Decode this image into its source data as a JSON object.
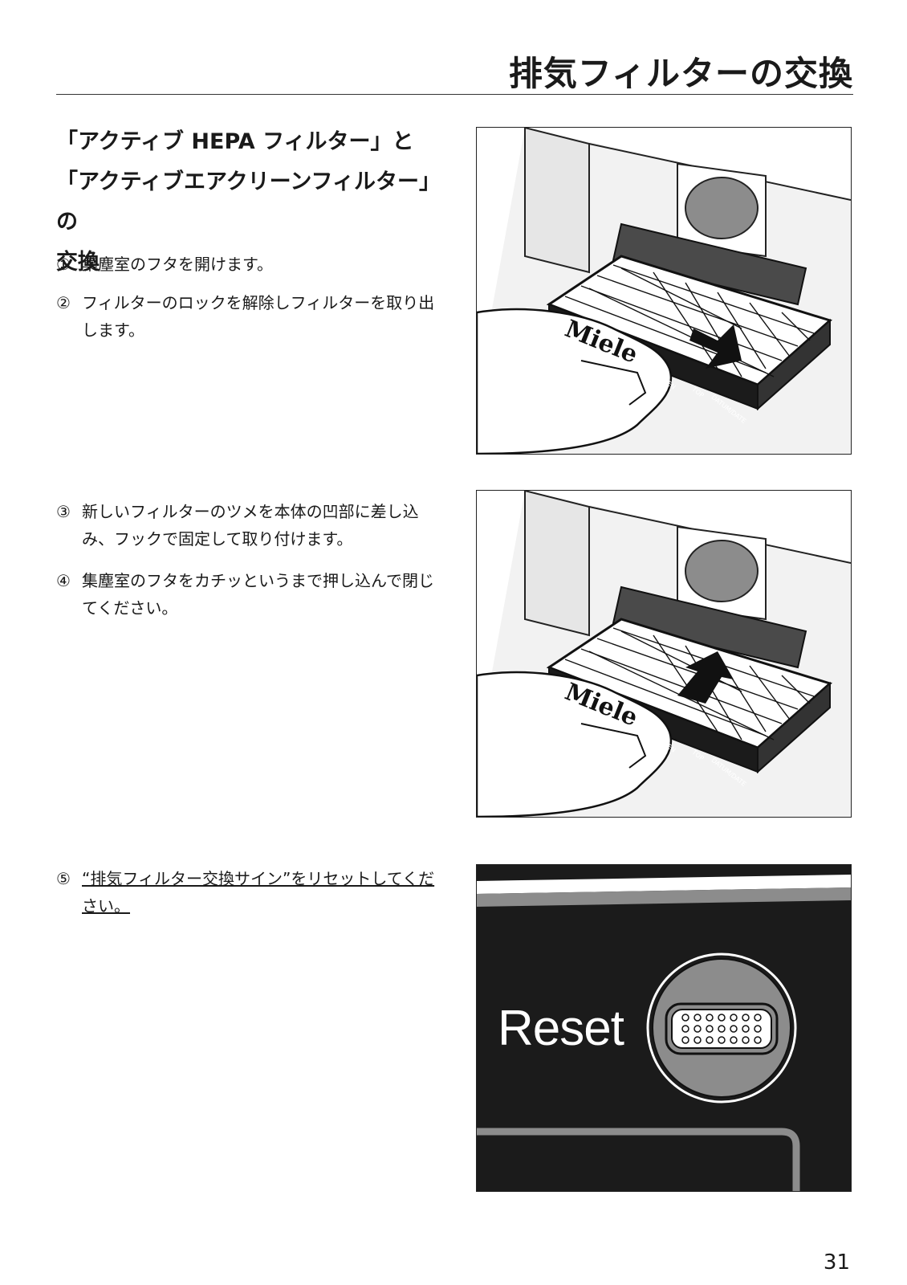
{
  "header": {
    "title": "排気フィルターの交換"
  },
  "section": {
    "heading_lines": [
      "「アクティブ HEPA フィルター」と",
      "「アクティブエアクリーンフィルター」の",
      "交換"
    ]
  },
  "steps": [
    {
      "num": "①",
      "text": "集塵室のフタを開けます。"
    },
    {
      "num": "②",
      "text": "フィルターのロックを解除しフィルターを取り出します。"
    },
    {
      "num": "③",
      "text": "新しいフィルターのツメを本体の凹部に差し込み、フックで固定して取り付けます。"
    },
    {
      "num": "④",
      "text": "集塵室のフタをカチッというまで押し込んで閉じてください。"
    },
    {
      "num": "⑤",
      "text": "“排気フィルター交換サイン”をリセットしてください。"
    }
  ],
  "figures": {
    "filter_brand": "Miele",
    "filter_labels": [
      "OPEN",
      "TOP",
      "DATUM/DATE"
    ],
    "reset_label": "Reset"
  },
  "colors": {
    "panel_black": "#1b1b1b",
    "panel_gray": "#8c8c8c",
    "arrow": "#111111"
  },
  "footer": {
    "page_number": "31"
  }
}
